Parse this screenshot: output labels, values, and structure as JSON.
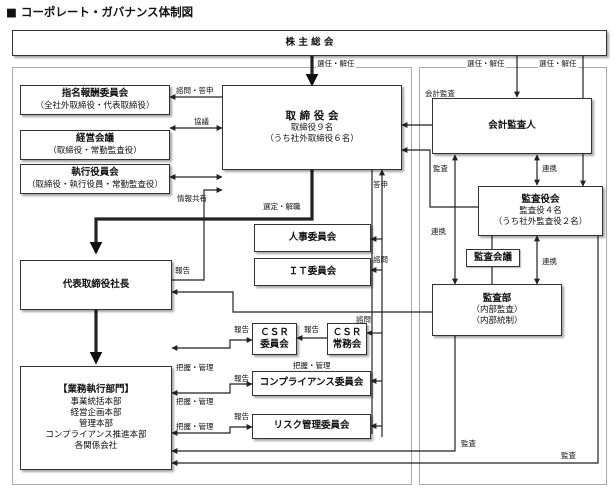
{
  "title": "■ コーポレート・ガバナンス体制図",
  "boxes": {
    "shareholders": {
      "title": "株 主 総 会"
    },
    "board": {
      "title": "取 締 役 会",
      "sub1": "取締役９名",
      "sub2": "（うち社外取締役６名）"
    },
    "nomination": {
      "title": "指名報酬委員会",
      "sub1": "（全社外取締役・代表取締役）"
    },
    "management": {
      "title": "経営会議",
      "sub1": "（取締役・常勤監査役）"
    },
    "executive": {
      "title": "執行役員会",
      "sub1": "（取締役・執行役員・常勤監査役）"
    },
    "auditor_ext": {
      "title": "会計監査人"
    },
    "auditors": {
      "title": "監査役会",
      "sub1": "監査役４名",
      "sub2": "（うち社外監査役２名）"
    },
    "hr": {
      "title": "人事委員会"
    },
    "it": {
      "title": "ＩＴ委員会"
    },
    "ceo": {
      "title": "代表取締役社長"
    },
    "audit_meeting": {
      "title": "監査会議"
    },
    "audit_dept": {
      "title": "監査部",
      "sub1": "（内部監査）",
      "sub2": "（内部統制）"
    },
    "csr_committee": {
      "title": "ＣＳＲ",
      "sub1": "委員会"
    },
    "csr_office": {
      "title": "ＣＳＲ",
      "sub1": "常務会"
    },
    "compliance": {
      "title": "コンプライアンス委員会"
    },
    "risk": {
      "title": "リスク管理委員会"
    },
    "operations": {
      "title": "【業務執行部門】",
      "items": [
        "事業統括本部",
        "経営企画本部",
        "管理本部",
        "コンプライアンス推進本部",
        "各関係会社"
      ]
    }
  },
  "labels": {
    "elect_left": "選任・解任",
    "elect_mid": "選任・解任",
    "elect_right": "選任・解任",
    "consult": "諮問・答申",
    "coop_council": "協議",
    "info_share": "情報共有",
    "report_back": "答申",
    "appoint_dismiss": "選定・解職",
    "acct_audit": "会計監査",
    "audit_1": "監査",
    "link_1": "連携",
    "link_2": "連携",
    "link_3": "連携",
    "consult_2": "諮問",
    "report_ceo": "報告",
    "consult_3": "諮問",
    "report_1": "報告",
    "report_2": "報告",
    "report_3": "報告",
    "report_4": "報告",
    "control_1": "把握・管理",
    "control_2": "把握・管理",
    "control_3": "把握・管理",
    "control_4": "把握・管理",
    "audit_2": "監査",
    "audit_3": "監査"
  }
}
